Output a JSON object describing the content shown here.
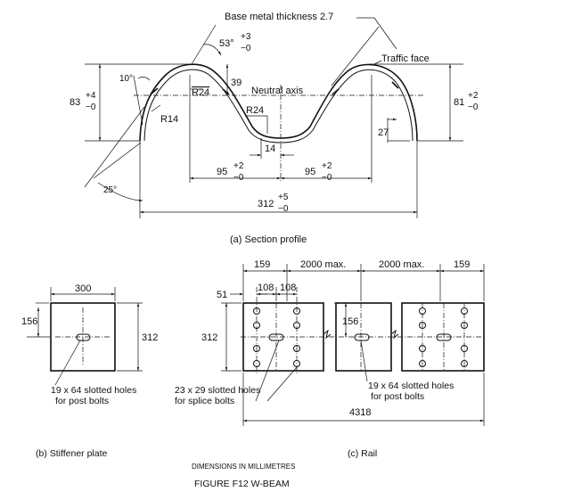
{
  "section_profile": {
    "caption": "(a) Section profile",
    "base_metal_thickness": "Base metal thickness 2.7",
    "traffic_face": "Traffic face",
    "neutral_axis": "Neutral axis",
    "angle_top": "53°",
    "angle_top_tol_plus": "+3",
    "angle_top_tol_minus": "−0",
    "angle_left": "10°",
    "angle_bottom": "25°",
    "height_left": "83",
    "height_left_tol_plus": "+4",
    "height_left_tol_minus": "−0",
    "height_right": "81",
    "height_right_tol_plus": "+2",
    "height_right_tol_minus": "−0",
    "r24_top": "R24",
    "r24_mid": "R24",
    "r14": "R14",
    "dim_39": "39",
    "dim_14": "14",
    "dim_27": "27",
    "width_left": "95",
    "width_left_tol_plus": "+2",
    "width_left_tol_minus": "−0",
    "width_right": "95",
    "width_right_tol_plus": "+2",
    "width_right_tol_minus": "−0",
    "overall_width": "312",
    "overall_width_tol_plus": "+5",
    "overall_width_tol_minus": "−0"
  },
  "stiffener_plate": {
    "caption": "(b) Stiffener plate",
    "width": "300",
    "height": "312",
    "offset": "156",
    "hole_note_line1": "19 x 64 slotted holes",
    "hole_note_line2": "for post bolts"
  },
  "rail": {
    "caption": "(c) Rail",
    "end_left": "159",
    "span_left": "2000 max.",
    "span_right": "2000 max.",
    "end_right": "159",
    "edge": "51",
    "pitch1": "108",
    "pitch2": "108",
    "height": "312",
    "offset": "156",
    "total_length": "4318",
    "splice_note_line1": "23 x 29 slotted holes",
    "splice_note_line2": "for splice bolts",
    "post_note_line1": "19 x 64 slotted holes",
    "post_note_line2": "for post bolts"
  },
  "footer": {
    "units": "DIMENSIONS IN MILLIMETRES",
    "figure_title": "FIGURE F12  W-BEAM"
  }
}
